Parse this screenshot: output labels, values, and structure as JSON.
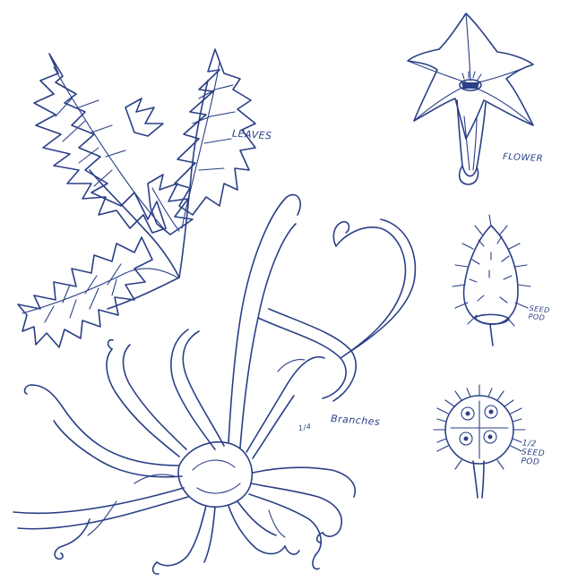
{
  "labels": {
    "leaves": "LEAVES",
    "flower": "FLOWER",
    "seed_pod": "SEED POD",
    "branches": "Branches",
    "branches_scale": "1/4",
    "half_seed_pod": "1/2 SEED POD"
  },
  "colors": {
    "ink": "#2a3f86",
    "paper": "#ffffff"
  }
}
